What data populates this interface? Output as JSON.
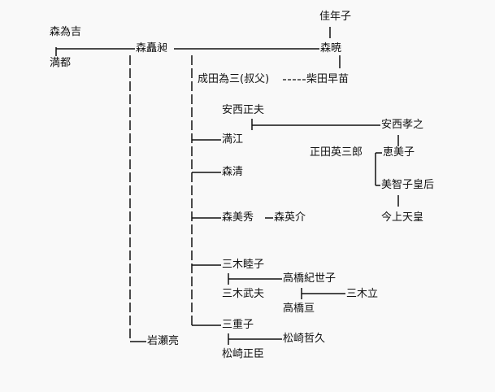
{
  "people": {
    "mori_tamekichi": "森為吉",
    "mitsuto": "満都",
    "mori_tamiji": "森矗昶",
    "iwase_ryo": "岩瀬亮",
    "kanetoshi": "佳年子",
    "mori_akira": "森暁",
    "naritada_tamezo": "成田為三(叔父)",
    "shibata_sanae": "柴田早苗",
    "anzai_masao": "安西正夫",
    "mitsue": "満江",
    "anzai_takayuki": "安西孝之",
    "shoda_hidesaburo": "正田英三郎",
    "emiko": "恵美子",
    "mori_kiyoshi": "森清",
    "michiko_empress": "美智子皇后",
    "mori_yoshihide": "森美秀",
    "mori_eisuke": "森英介",
    "kinjo_tenno": "今上天皇",
    "miki_mutsuko": "三木睦子",
    "takahashi_kiyoko": "高橋紀世子",
    "miki_takeo": "三木武夫",
    "miki_ritsu": "三木立",
    "takahashi_wataru": "高橋亘",
    "mieko": "三重子",
    "matsuzaki_tetsuhisa": "松崎哲久",
    "matsuzaki_masaomi": "松崎正臣"
  },
  "colors": {
    "background": "#f9f9f9",
    "line": "#111111",
    "text": "#111111"
  }
}
